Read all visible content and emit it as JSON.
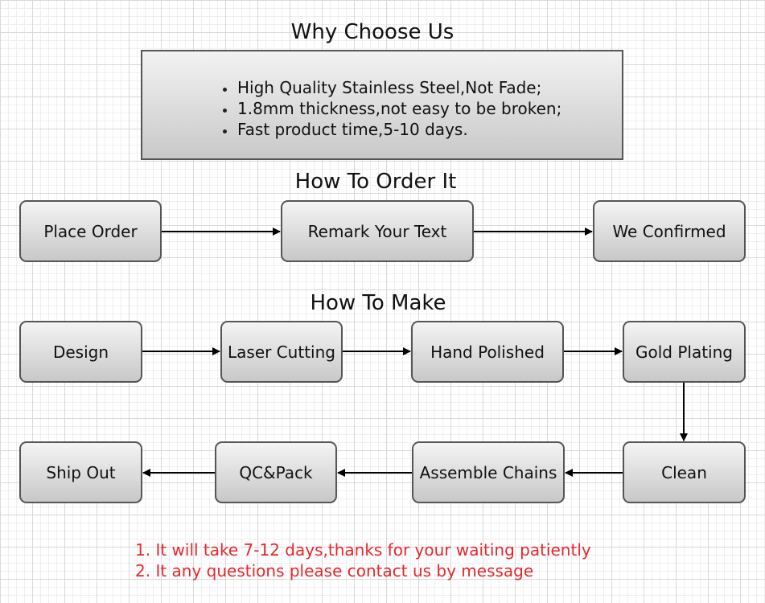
{
  "why": {
    "title": "Why Choose Us",
    "points": [
      "High Quality Stainless Steel,Not Fade;",
      "1.8mm thickness,not easy to be broken;",
      "Fast product time,5-10 days."
    ]
  },
  "order": {
    "title": "How To Order It",
    "steps": [
      "Place Order",
      "Remark Your Text",
      "We Confirmed"
    ]
  },
  "make": {
    "title": "How To Make",
    "steps": [
      "Design",
      "Laser Cutting",
      "Hand Polished",
      "Gold Plating",
      "Clean",
      "Assemble Chains",
      "QC&Pack",
      "Ship Out"
    ]
  },
  "notes": [
    "1. It will take 7-12 days,thanks for your waiting patiently",
    "2. It any questions please contact us by message"
  ],
  "colors": {
    "note_text": "#e8262b",
    "node_border": "#555555",
    "node_fill_top": "#f4f4f4",
    "node_fill_bottom": "#c8c8c8"
  }
}
